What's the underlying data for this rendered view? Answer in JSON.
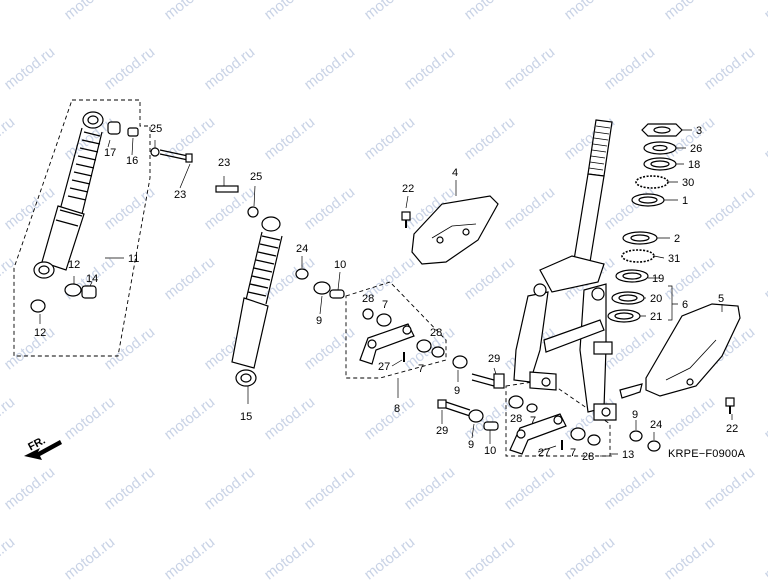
{
  "watermark": "motod.ru",
  "diagram_code": "KRPE−F0900A",
  "direction_label": "FR.",
  "callouts": {
    "c3": "3",
    "c26": "26",
    "c18": "18",
    "c30": "30",
    "c1": "1",
    "c2": "2",
    "c31": "31",
    "c19": "19",
    "c20": "20",
    "c21": "21",
    "c6": "6",
    "c5": "5",
    "c4": "4",
    "c22a": "22",
    "c22b": "22",
    "c25a": "25",
    "c17": "17",
    "c16": "16",
    "c23a": "23",
    "c11": "11",
    "c12a": "12",
    "c14": "14",
    "c12b": "12",
    "c23b": "23",
    "c25b": "25",
    "c24a": "24",
    "c9a": "9",
    "c10a": "10",
    "c15": "15",
    "c28a": "28",
    "c7a": "7",
    "c28b": "28",
    "c27a": "27",
    "c7b": "7",
    "c8": "8",
    "c29a": "29",
    "c9b": "9",
    "c29b": "29",
    "c9c": "9",
    "c10b": "10",
    "c28c": "28",
    "c7c": "7",
    "c27b": "27",
    "c7d": "7",
    "c28d": "28",
    "c13": "13",
    "c9d": "9",
    "c24b": "24"
  }
}
